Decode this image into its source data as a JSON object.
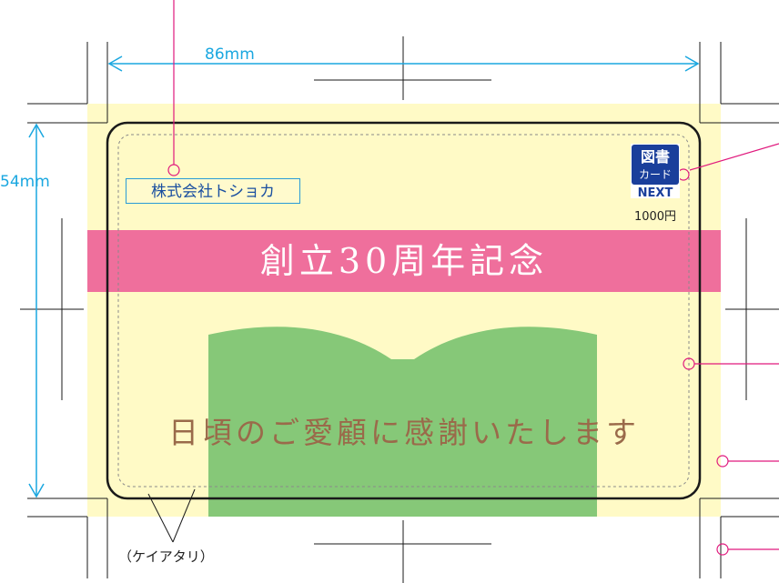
{
  "card": {
    "width_label": "86mm",
    "height_label": "54mm",
    "company": "株式会社トショカ",
    "banner": "創立30周年記念",
    "message": "日頃のご愛顧に感謝いたします",
    "logo_line1": "図書",
    "logo_line2": "カード",
    "logo_line3": "NEXT",
    "price": "1000円",
    "margin_note": "（ケイアタリ）"
  },
  "colors": {
    "bleed_background": "#fffac6",
    "banner": "#ef6f9c",
    "book": "#86c878",
    "dimension": "#1aa7e0",
    "callout": "#e0197d",
    "logo": "#1a3f9b"
  }
}
